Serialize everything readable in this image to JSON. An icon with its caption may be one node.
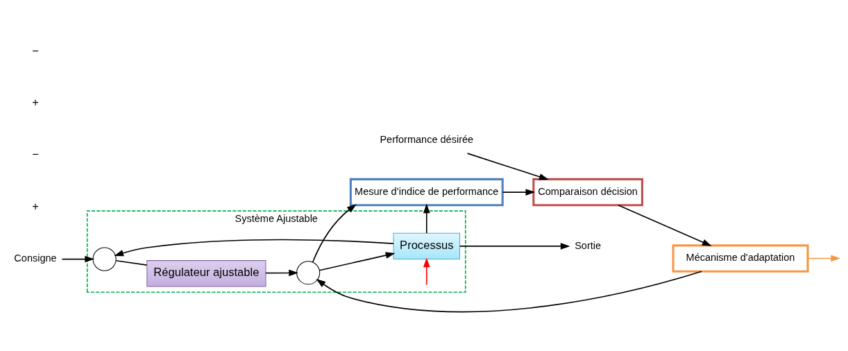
{
  "diagram": {
    "nodes": [
      {
        "text": [
          "Système Ajustable"
        ]
      },
      {
        "text": [],
        "shape": "circle",
        "in": 0
      },
      {
        "text": [
          "Régulateur ajustable"
        ],
        "in": 0
      },
      {
        "text": [],
        "shape": "circle",
        "in": 0
      },
      {
        "text": [
          "Processus"
        ],
        "in": 0
      },
      {
        "text": [
          "Comparaison décision"
        ]
      },
      {
        "text": [
          "Mécanisme d'adaptation"
        ]
      },
      {
        "text": [
          "Mesure d’indice de performance"
        ]
      },
      {
        "text": [
          "Consigne"
        ]
      },
      {
        "text": [
          "Sortie"
        ]
      },
      {
        "text": [
          "Performance désirée"
        ]
      }
    ],
    "edges": [
      {
        "from": 8,
        "to": 1,
        "arrow": "to"
      },
      {
        "from": 1,
        "to": 2,
        "arrow": "none"
      },
      {
        "from": 2,
        "to": 3,
        "arrow": "to"
      },
      {
        "from": 3,
        "to": 4,
        "arrow": "to"
      },
      {
        "from": 4,
        "to": 9,
        "arrow": "to"
      },
      {
        "from": 4,
        "to": 1,
        "arrow": "to"
      },
      {
        "from": 6,
        "to": 3,
        "arrow": "to"
      },
      {
        "from": 3,
        "to": 7,
        "arrow": "to"
      },
      {
        "from": 4,
        "to": 7,
        "arrow": "to"
      },
      {
        "from": 7,
        "to": 5,
        "arrow": "to"
      },
      {
        "from": 5,
        "to": 6,
        "arrow": "to"
      },
      {
        "from": 10,
        "to": 5,
        "arrow": "to"
      },
      {
        "from": null,
        "to": 4,
        "arrow": "to",
        "color": "#ff0000"
      },
      {
        "from": 6,
        "to": null,
        "arrow": "to",
        "color": "#f79646"
      }
    ],
    "labels": [
      "+",
      "−",
      "+",
      "−"
    ]
  }
}
